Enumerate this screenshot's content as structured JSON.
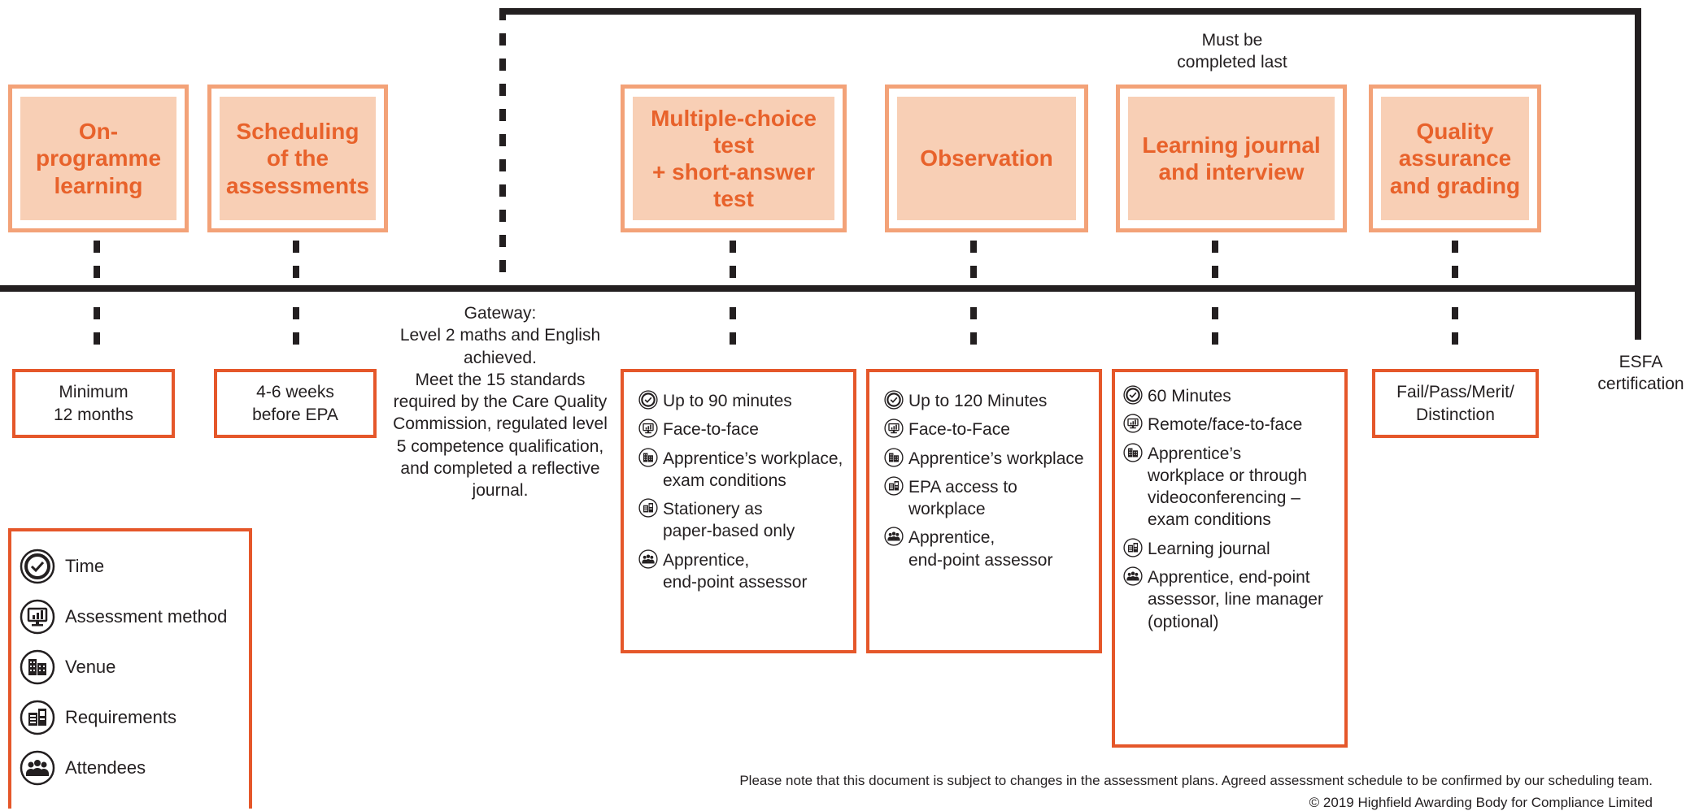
{
  "stages": [
    {
      "id": "on-programme",
      "label": "On-programme\nlearning"
    },
    {
      "id": "scheduling",
      "label": "Scheduling\nof the\nassessments"
    },
    {
      "id": "mcq",
      "label": "Multiple-choice test\n+ short-answer test"
    },
    {
      "id": "observation",
      "label": "Observation"
    },
    {
      "id": "journal",
      "label": "Learning journal\nand interview"
    },
    {
      "id": "quality",
      "label": "Quality\nassurance\nand grading"
    }
  ],
  "must_be_completed_last": "Must be\ncompleted last",
  "gateway_text": "Gateway:\nLevel 2 maths and English\nachieved.\nMeet the 15 standards\nrequired by the Care Quality\nCommission, regulated level\n5 competence qualification,\nand completed a reflective\njournal.",
  "esfa": "ESFA\ncertification",
  "durations": {
    "on_programme": "Minimum\n12 months",
    "scheduling": "4-6 weeks\nbefore EPA",
    "grading": "Fail/Pass/Merit/\nDistinction"
  },
  "details": {
    "mcq": [
      {
        "icon": "clock-icon",
        "text": "Up to 90 minutes"
      },
      {
        "icon": "monitor-icon",
        "text": "Face-to-face"
      },
      {
        "icon": "building-icon",
        "text": "Apprentice’s workplace,\nexam conditions"
      },
      {
        "icon": "requirements-icon",
        "text": "Stationery as\npaper-based only"
      },
      {
        "icon": "attendees-icon",
        "text": "Apprentice,\nend-point assessor"
      }
    ],
    "observation": [
      {
        "icon": "clock-icon",
        "text": "Up to 120 Minutes"
      },
      {
        "icon": "monitor-icon",
        "text": "Face-to-Face"
      },
      {
        "icon": "building-icon",
        "text": "Apprentice’s workplace"
      },
      {
        "icon": "requirements-icon",
        "text": "EPA access to workplace"
      },
      {
        "icon": "attendees-icon",
        "text": "Apprentice,\nend-point assessor"
      }
    ],
    "journal": [
      {
        "icon": "clock-icon",
        "text": "60 Minutes"
      },
      {
        "icon": "monitor-icon",
        "text": "Remote/face-to-face"
      },
      {
        "icon": "building-icon",
        "text": "Apprentice’s\nworkplace or through\nvideoconferencing –\nexam conditions"
      },
      {
        "icon": "requirements-icon",
        "text": "Learning journal"
      },
      {
        "icon": "attendees-icon",
        "text": "Apprentice, end-point\nassessor, line manager\n(optional)"
      }
    ]
  },
  "legend": [
    {
      "icon": "clock-icon",
      "label": "Time"
    },
    {
      "icon": "monitor-icon",
      "label": "Assessment method"
    },
    {
      "icon": "building-icon",
      "label": "Venue"
    },
    {
      "icon": "requirements-icon",
      "label": "Requirements"
    },
    {
      "icon": "attendees-icon",
      "label": "Attendees"
    }
  ],
  "footer": {
    "note": "Please note that this document is subject to changes in the assessment plans.  Agreed assessment schedule to be confirmed by our scheduling team.",
    "copyright": "© 2019 Highfield Awarding Body for Compliance Limited"
  },
  "colors": {
    "stage_border": "#f3a278",
    "stage_fill": "#f8cfb5",
    "stage_text": "#e8622b",
    "detail_border": "#e5572a",
    "line": "#231f20"
  }
}
